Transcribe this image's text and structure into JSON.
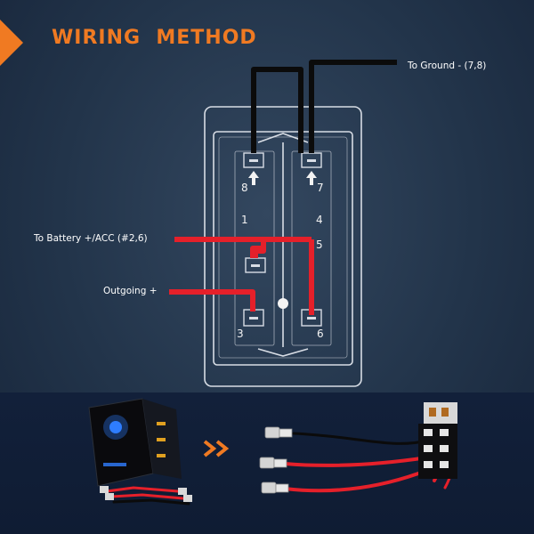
{
  "title": "WIRING  METHOD",
  "labels": {
    "ground": "To Ground - (7,8)",
    "battery": "To Battery +/ACC (#2,6)",
    "outgoing": "Outgoing +"
  },
  "pins": {
    "p8": "8",
    "p7": "7",
    "p1": "1",
    "p4": "4",
    "p5": "5",
    "p3": "3",
    "p6": "6"
  },
  "colors": {
    "accent": "#f07a22",
    "wire_red": "#e5202a",
    "wire_black": "#0b0b0b",
    "switch_outline": "#d8dde5",
    "led_blue": "#2f7dff"
  },
  "icons": {
    "corner": "orange-chevron-icon",
    "arrow": "double-chevron-right-icon",
    "pin_arrow": "up-arrow-icon"
  }
}
